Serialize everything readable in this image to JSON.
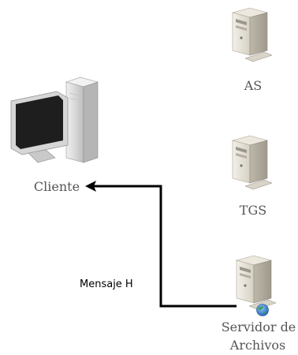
{
  "nodes": {
    "cliente": {
      "label": "Cliente",
      "icon": "desktop-computer-icon"
    },
    "as": {
      "label": "AS",
      "icon": "server-tower-icon"
    },
    "tgs": {
      "label": "TGS",
      "icon": "server-tower-icon"
    },
    "servidor": {
      "label_line1": "Servidor de",
      "label_line2": "Archivos",
      "icon": "file-server-globe-icon"
    }
  },
  "edges": [
    {
      "from": "servidor",
      "to": "cliente",
      "label": "Mensaje H"
    }
  ],
  "colors": {
    "arrow": "#000000",
    "label_text": "#555555",
    "server_body": "#e8e4d9",
    "server_shadow": "#b8b3a5",
    "globe": "#2a74c9"
  }
}
